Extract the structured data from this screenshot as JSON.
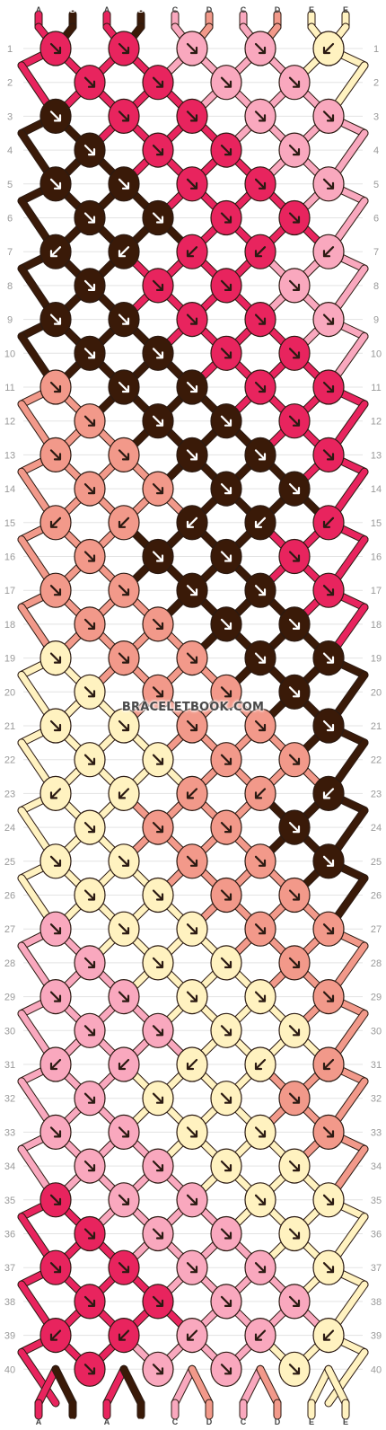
{
  "colors": {
    "A": "#e8245e",
    "B": "#3a1a08",
    "C": "#f9a8be",
    "D": "#f2998a",
    "E": "#fff2c0"
  },
  "strands_top": [
    "A",
    "B",
    "A",
    "B",
    "C",
    "D",
    "C",
    "D",
    "E",
    "E"
  ],
  "strands_bottom": [
    "A",
    "B",
    "A",
    "B",
    "C",
    "D",
    "C",
    "D",
    "E",
    "E"
  ],
  "row_numbers": [
    "1",
    "2",
    "3",
    "4",
    "5",
    "6",
    "7",
    "8",
    "9",
    "10",
    "11",
    "12",
    "13",
    "14",
    "15",
    "16",
    "17",
    "18",
    "19",
    "20",
    "21",
    "22",
    "23",
    "24",
    "25",
    "26",
    "27",
    "28",
    "29",
    "30",
    "31",
    "32",
    "33",
    "34",
    "35",
    "36",
    "37",
    "38",
    "39",
    "40"
  ],
  "watermark": "BRACELETBOOK.COM",
  "knots": [
    "A↘ A↘ C↘ C↘ E↙",
    "A↘ A↘ C↘ C↘",
    "B↘ A↘ A↘ C↘ C↘",
    "B↘ A↘ A↘ C↘",
    "B↘ B↘ A↘ A↘ C↘",
    "B↘ B↘ A↘ A↘",
    "B↙ B↙ A↙ A↙ C↙",
    "B↘ A↘ A↘ C↘",
    "B↘ B↘ A↘ A↘ C↘",
    "B↘ B↘ A↘ A↘",
    "D↘ B↘ B↘ A↘ A↘",
    "D↘ B↘ B↘ A↘",
    "D↘ D↘ B↘ B↘ A↘",
    "D↘ D↘ B↘ B↘",
    "D↙ D↙ B↙ B↙ A↙",
    "D↘ B↘ B↘ A↘",
    "D↘ D↘ B↘ B↘ A↘",
    "D↘ D↘ B↘ B↘",
    "E↘ D↘ D↘ B↘ B↘",
    "E↘ D↘ D↘ B↘",
    "E↘ E↘ D↘ D↘ B↘",
    "E↘ E↘ D↘ D↘",
    "E↙ E↙ D↙ D↙ B↙",
    "E↘ D↘ D↘ B↘",
    "E↘ E↘ D↘ D↘ B↘",
    "E↘ E↘ D↘ D↘",
    "C↘ E↘ E↘ D↘ D↘",
    "C↘ E↘ E↘ D↘",
    "C↘ C↘ E↘ E↘ D↘",
    "C↘ C↘ E↘ E↘",
    "C↙ C↙ E↙ E↙ D↙",
    "C↘ E↘ E↘ D↘",
    "C↘ C↘ E↘ E↘ D↘",
    "C↘ C↘ E↘ E↘",
    "A↘ C↘ C↘ E↘ E↘",
    "A↘ C↘ C↘ E↘",
    "A↘ A↘ C↘ C↘ E↘",
    "A↘ A↘ C↘ C↘",
    "A↙ A↙ C↙ C↙ E↙",
    "A↘ C↘ C↘ E↘"
  ]
}
